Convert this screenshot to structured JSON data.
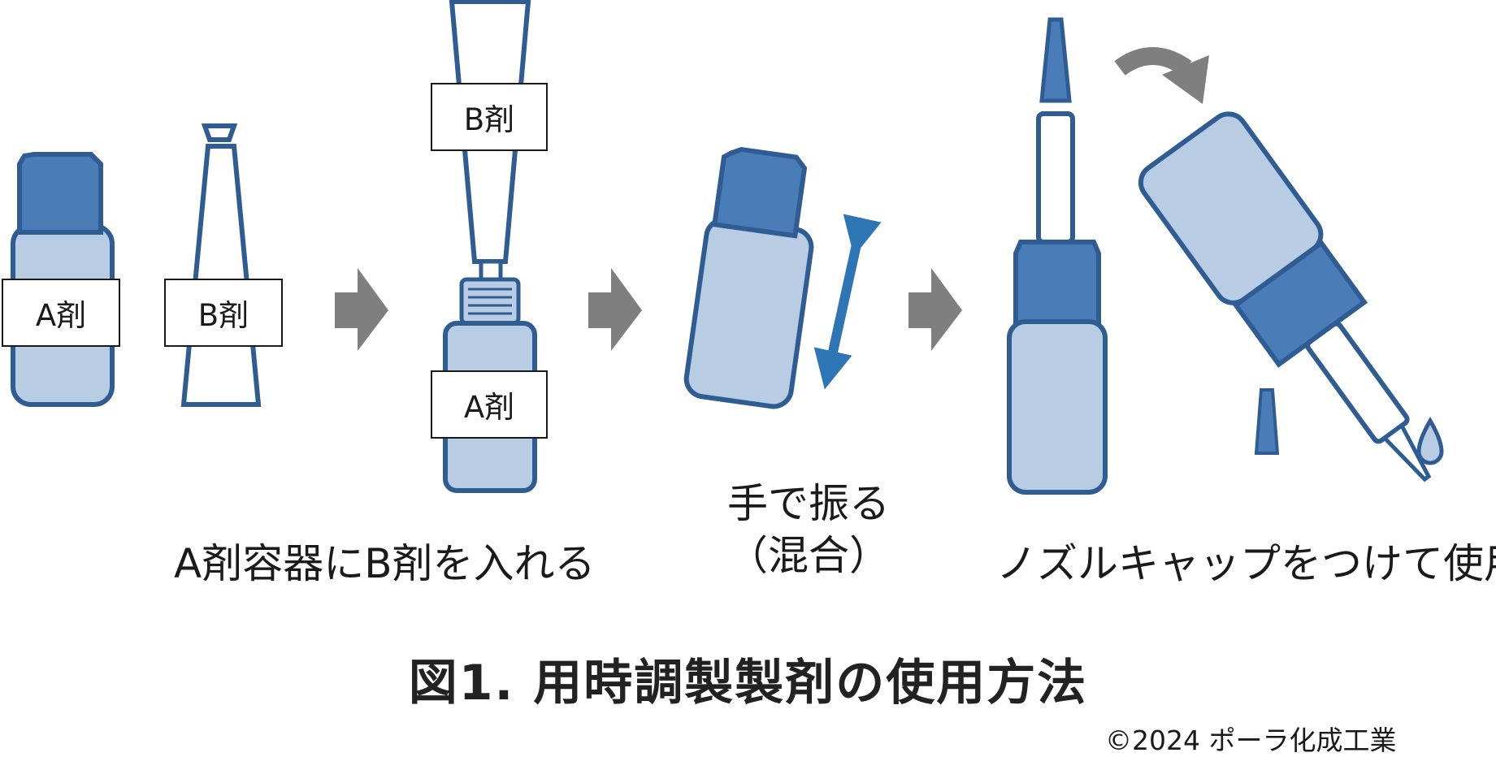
{
  "colors": {
    "cap_dark": "#4A7DB8",
    "body_light": "#B8CCE4",
    "outline": "#2F5D93",
    "arrow_gray": "#7F7F7F",
    "shake_arrow": "#2E75B6"
  },
  "labels": {
    "agent_a": "A剤",
    "agent_b": "B剤"
  },
  "steps": {
    "step1_caption": "A剤容器にB剤を入れる",
    "step2_caption_line1": "手で振る",
    "step2_caption_line2": "（混合）",
    "step3_caption": "ノズルキャップをつけて使用"
  },
  "figure_title": "図1. 用時調製製剤の使用方法",
  "copyright": "©2024  ポーラ化成工業"
}
